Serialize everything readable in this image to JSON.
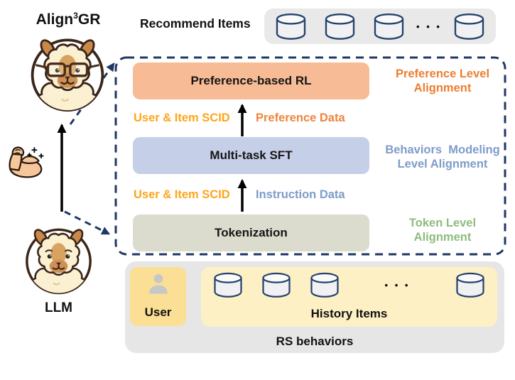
{
  "title": {
    "prefix": "Align",
    "superscript": "3",
    "suffix": "GR"
  },
  "left_panel": {
    "top_avatar_icon": "llama-with-glasses",
    "bottom_avatar_icon": "llama",
    "bottom_label": "LLM",
    "strength_icon": "flexed-biceps"
  },
  "recommend": {
    "label": "Recommend Items",
    "cylinders_before": 3,
    "cylinders_after": 1,
    "ellipsis": "• • •",
    "database_icon": "database-cylinder"
  },
  "pipeline": {
    "border_color": "#1F3864",
    "stages": [
      {
        "label": "Preference-based RL",
        "fill": "#F7BB95",
        "side_lines": [
          "Preference Level",
          "Alignment"
        ],
        "side_color": "#ED7D31"
      },
      {
        "label": "Multi-task SFT",
        "fill": "#C6CFE8",
        "side_lines": [
          "Behaviors  Modeling",
          "Level Alignment"
        ],
        "side_color": "#7E9CC9"
      },
      {
        "label": "Tokenization",
        "fill": "#DBDBCE",
        "side_lines": [
          "Token Level",
          "Alignment"
        ],
        "side_color": "#8EBB7E"
      }
    ],
    "flow_rows": [
      {
        "left": "User & Item SCID",
        "left_color": "#FFA41B",
        "right": "Preference Data",
        "right_color": "#EF833C"
      },
      {
        "left": "User & Item SCID",
        "left_color": "#FFA41B",
        "right": "Instruction Data",
        "right_color": "#7E9CC9"
      }
    ]
  },
  "rs": {
    "container_label": "RS behaviors",
    "user_label": "User",
    "user_icon": "person-silhouette",
    "history_label": "History Items",
    "cylinders_before": 3,
    "cylinders_after": 1,
    "ellipsis": "• • •"
  }
}
